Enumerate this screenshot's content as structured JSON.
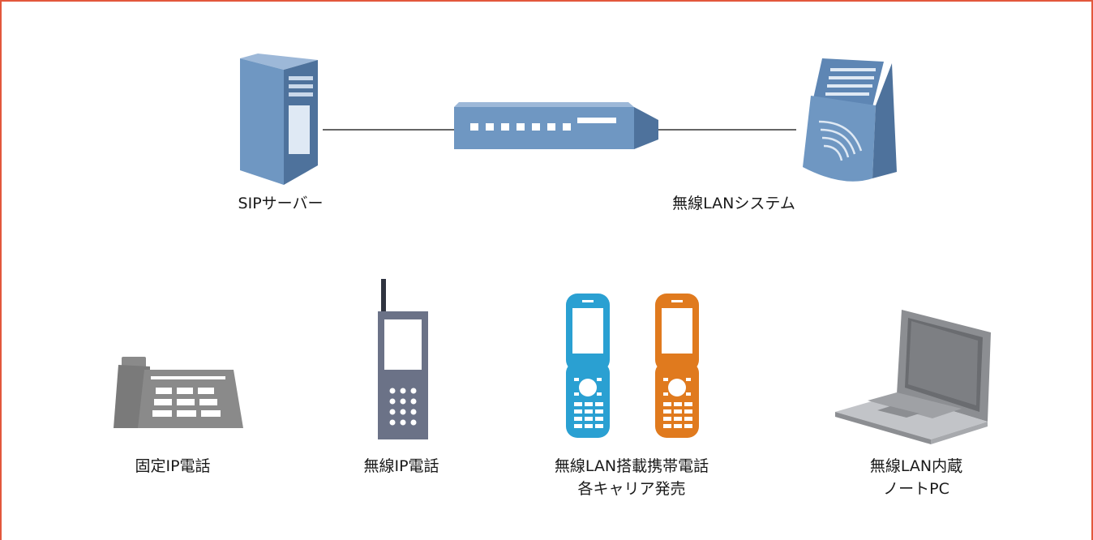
{
  "colors": {
    "frame": "#e2573c",
    "device_blue": "#6f97c2",
    "device_blue_dark": "#4e729c",
    "phone_gray": "#8a8a8a",
    "wireless_phone": "#6b7287",
    "cyan_phone": "#2aa0d2",
    "orange_phone": "#e07a1e",
    "laptop_gray": "#a7a9ad"
  },
  "nodes": {
    "sip_server": {
      "label": "SIPサーバー",
      "icon": "server-icon"
    },
    "switch": {
      "icon": "network-switch-icon"
    },
    "wlan_system": {
      "label": "無線LANシステム",
      "icon": "wireless-access-point-icon"
    }
  },
  "devices": {
    "fixed_ip_phone": {
      "label": "固定IP電話",
      "icon": "desk-phone-icon"
    },
    "wireless_ip_phone": {
      "label": "無線IP電話",
      "icon": "cordless-phone-icon"
    },
    "wlan_mobile": {
      "label_line1": "無線LAN搭載携帯電話",
      "label_line2": "各キャリア発売",
      "icons": [
        "flip-phone-blue-icon",
        "flip-phone-orange-icon"
      ]
    },
    "wlan_laptop": {
      "label_line1": "無線LAN内蔵",
      "label_line2": "ノートPC",
      "icon": "laptop-icon"
    }
  }
}
